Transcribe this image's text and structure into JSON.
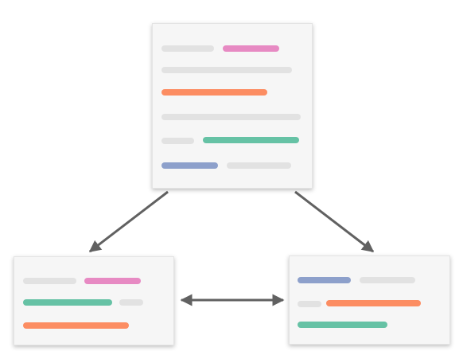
{
  "palette": {
    "placeholder": "#e2e2e2",
    "pink": "#e78ac3",
    "orange": "#fc8d62",
    "green": "#66c2a5",
    "blue": "#8da0cb",
    "arrow": "#616161",
    "card_bg": "#f6f6f6"
  },
  "diagram": {
    "description_free": true,
    "nodes": [
      {
        "id": "top-document",
        "rows": [
          [
            "placeholder",
            "pink"
          ],
          [
            "placeholder"
          ],
          [
            "orange"
          ],
          [
            "placeholder"
          ],
          [
            "placeholder",
            "green"
          ],
          [
            "blue",
            "placeholder"
          ]
        ]
      },
      {
        "id": "bottom-left-document",
        "rows": [
          [
            "placeholder",
            "pink"
          ],
          [
            "green",
            "placeholder"
          ],
          [
            "orange"
          ]
        ]
      },
      {
        "id": "bottom-right-document",
        "rows": [
          [
            "blue",
            "placeholder"
          ],
          [
            "placeholder",
            "orange"
          ],
          [
            "green"
          ]
        ]
      }
    ],
    "edges": [
      {
        "from": "top-document",
        "to": "bottom-left-document",
        "direction": "forward"
      },
      {
        "from": "top-document",
        "to": "bottom-right-document",
        "direction": "forward"
      },
      {
        "from": "bottom-left-document",
        "to": "bottom-right-document",
        "direction": "both"
      }
    ]
  }
}
